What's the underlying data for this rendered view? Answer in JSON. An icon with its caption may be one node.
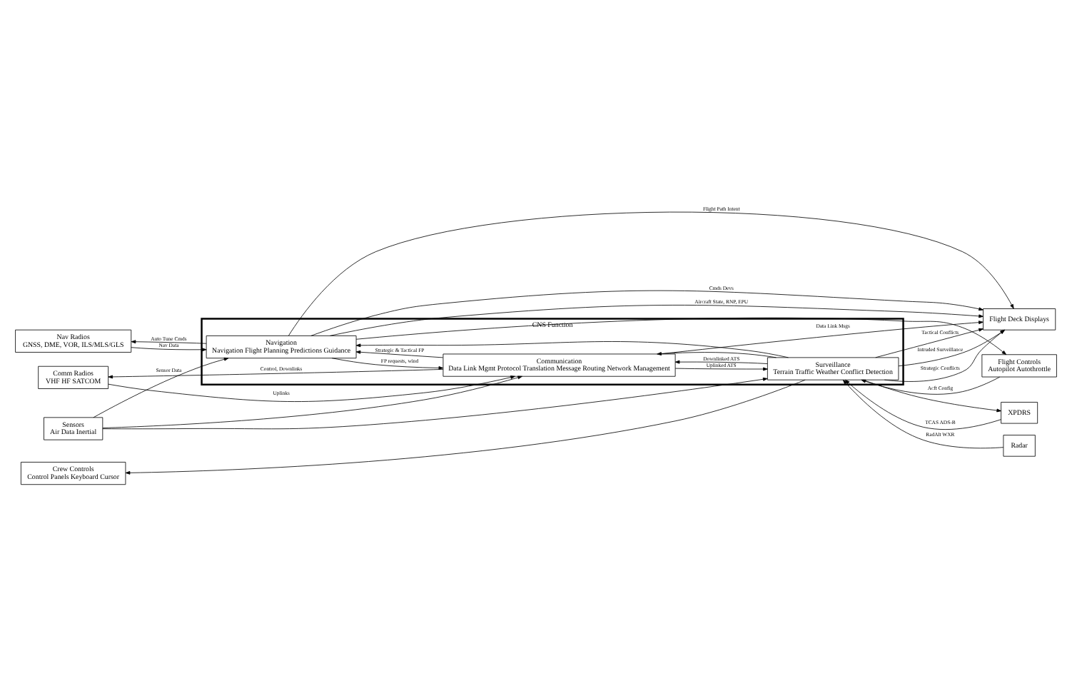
{
  "diagram": {
    "nodes": [
      {
        "text": [
          "Nav Radios",
          "GNSS, DME, VOR, ILS/MLS/GLS"
        ]
      },
      {
        "text": [
          "Sensors",
          "Air Data Inertial"
        ]
      },
      {
        "text": [
          "Comm Radios",
          "VHF HF SATCOM"
        ]
      },
      {
        "text": [
          "Crew Controls",
          "Control Panels Keyboard Cursor"
        ]
      },
      {
        "text": [
          "CNS Function"
        ]
      },
      {
        "text": [
          "Navigation",
          "Navigation Flight Planning Predictions Guidance"
        ],
        "in": 4
      },
      {
        "text": [
          "Communication",
          "Data Link Mgmt Protocol Translation Message Routing Network Management"
        ],
        "in": 4
      },
      {
        "text": [
          "Surveillance",
          "Terrain Traffic Weather Conflict Detection"
        ],
        "in": 4
      },
      {
        "text": [
          "Flight Deck Displays"
        ]
      },
      {
        "text": [
          "Flight Controls",
          "Autopilot Autothrottle"
        ]
      },
      {
        "text": [
          "XPDRS"
        ]
      },
      {
        "text": [
          "Radar"
        ]
      }
    ],
    "edges": [
      {
        "from": 0,
        "to": 5,
        "arrow": "to",
        "label": "Nav Data"
      },
      {
        "from": 5,
        "to": 0,
        "arrow": "to",
        "label": "Auto Tune Cmds"
      },
      {
        "from": 1,
        "to": 5,
        "arrow": "to",
        "label": "Sensor Data"
      },
      {
        "from": 1,
        "to": 6,
        "arrow": "to"
      },
      {
        "from": 1,
        "to": 7,
        "arrow": "to"
      },
      {
        "from": 2,
        "to": 6,
        "arrow": "to",
        "label": "Uplinks"
      },
      {
        "from": 6,
        "to": 2,
        "arrow": "to",
        "label": "Control, Downlinks"
      },
      {
        "from": 6,
        "to": 5,
        "arrow": "to",
        "label": "Strategic & Tactical FP"
      },
      {
        "from": 5,
        "to": 6,
        "arrow": "to",
        "label": "FP requests, wind"
      },
      {
        "from": 6,
        "to": 7,
        "arrow": "to",
        "label": "Uplinked ATS"
      },
      {
        "from": 7,
        "to": 6,
        "arrow": "to",
        "label": "Downlinked ATS"
      },
      {
        "from": 5,
        "to": 8,
        "arrow": "to",
        "label": "Aircraft State, RNP, EPU"
      },
      {
        "from": 5,
        "to": 8,
        "arrow": "to",
        "label": "Flight Path Intent"
      },
      {
        "from": 5,
        "to": 8,
        "arrow": "to",
        "label": "Cmds Devs"
      },
      {
        "from": 7,
        "to": 8,
        "arrow": "to",
        "label": "Intruded Surveillance"
      },
      {
        "from": 7,
        "to": 8,
        "arrow": "to",
        "label": "Strategic Conflicts"
      },
      {
        "from": 7,
        "to": 5,
        "arrow": "to"
      },
      {
        "from": 7,
        "to": 8,
        "arrow": "to",
        "label": "Tactical Conflicts"
      },
      {
        "from": 6,
        "to": 8,
        "arrow": "to",
        "label": "Data Link Msgs"
      },
      {
        "from": 5,
        "to": 9,
        "arrow": "to"
      },
      {
        "from": 9,
        "to": 7,
        "arrow": "to",
        "label": "Acft Config"
      },
      {
        "from": 10,
        "to": 7,
        "arrow": "to",
        "label": "TCAS ADS-B"
      },
      {
        "from": 7,
        "to": 10,
        "arrow": "to"
      },
      {
        "from": 11,
        "to": 7,
        "arrow": "to",
        "label": "RadAlt WXR"
      },
      {
        "from": 7,
        "to": 3,
        "arrow": "to"
      },
      {
        "from": 7,
        "to": 6,
        "arrow": "to"
      }
    ]
  }
}
